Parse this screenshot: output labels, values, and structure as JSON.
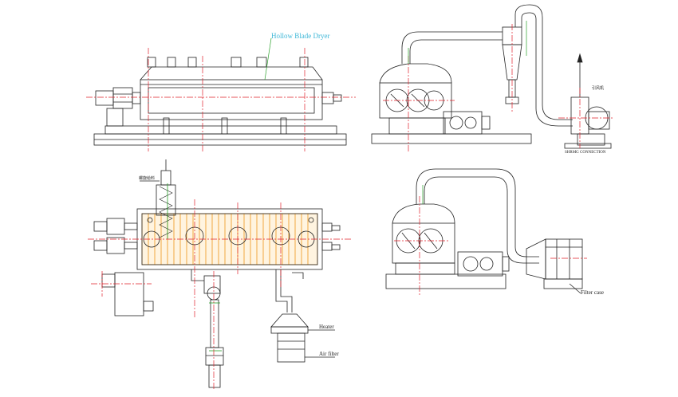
{
  "labels": {
    "main_title": "Hollow Blade Dryer",
    "heater": "Heater",
    "air_filter": "Air filter",
    "filter_case": "Filter case",
    "fan_label": "引风机",
    "agitator_label": "螺旋给料",
    "bottom_note": "SHRMG CONNECTION"
  },
  "colors": {
    "line": "#222222",
    "center_line": "#e0202a",
    "green_line": "#2aa02a",
    "orange_fill": "#f0a030",
    "title": "#40b8d8"
  }
}
